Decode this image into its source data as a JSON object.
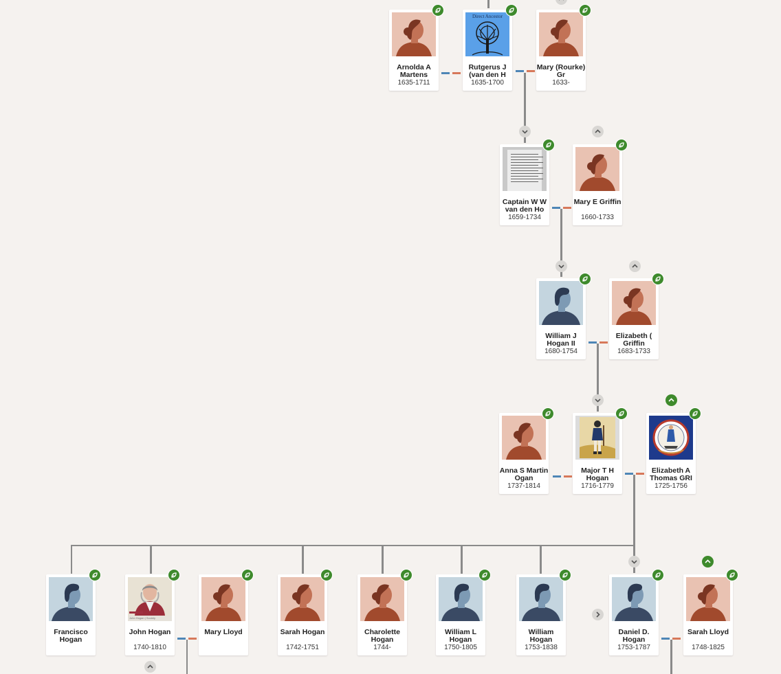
{
  "tree": {
    "people": [
      {
        "id": "arnolda",
        "name": "Arnolda A Martens",
        "dates": "1635-1711",
        "photo": "female-silhouette"
      },
      {
        "id": "rutgerus",
        "name": "Rutgerus J (van den H",
        "dates": "1635-1700",
        "photo": "direct-ancestor-tree-image",
        "photo_caption": "Direct Ancestor"
      },
      {
        "id": "mary-rourke",
        "name": "Mary (Rourke) Gr",
        "dates": "1633-",
        "photo": "female-silhouette"
      },
      {
        "id": "captain-ww",
        "name": "Captain W W van den Ho",
        "dates": "1659-1734",
        "photo": "document-image"
      },
      {
        "id": "mary-griffin",
        "name": "Mary E Griffin",
        "dates": "1660-1733",
        "photo": "female-silhouette"
      },
      {
        "id": "william-j",
        "name": "William J Hogan II",
        "dates": "1680-1754",
        "photo": "male-silhouette"
      },
      {
        "id": "elizabeth-griffin",
        "name": "Elizabeth ( Griffin",
        "dates": "1683-1733",
        "photo": "female-silhouette"
      },
      {
        "id": "anna",
        "name": "Anna S Martin Ogan",
        "dates": "1737-1814",
        "photo": "female-silhouette"
      },
      {
        "id": "major",
        "name": "Major T H Hogan",
        "dates": "1716-1779",
        "photo": "soldier-painting"
      },
      {
        "id": "elizabeth-thomas",
        "name": "Elizabeth A Thomas GRI",
        "dates": "1725-1756",
        "photo": "virginia-seal"
      },
      {
        "id": "francisco",
        "name": "Francisco Hogan",
        "dates": "",
        "photo": "male-silhouette"
      },
      {
        "id": "john",
        "name": "John Hogan",
        "dates": "1740-1810",
        "photo": "portrait-photo",
        "photo_caption": "John Hogan | Society"
      },
      {
        "id": "mary-lloyd",
        "name": "Mary Lloyd",
        "dates": "",
        "photo": "female-silhouette"
      },
      {
        "id": "sarah-hogan",
        "name": "Sarah Hogan",
        "dates": "1742-1751",
        "photo": "female-silhouette"
      },
      {
        "id": "charolette",
        "name": "Charolette Hogan",
        "dates": "1744-",
        "photo": "female-silhouette"
      },
      {
        "id": "william-l",
        "name": "William L Hogan",
        "dates": "1750-1805",
        "photo": "male-silhouette"
      },
      {
        "id": "william-hogan",
        "name": "William Hogan",
        "dates": "1753-1838",
        "photo": "male-silhouette"
      },
      {
        "id": "daniel",
        "name": "Daniel D. Hogan",
        "dates": "1753-1787",
        "photo": "male-silhouette"
      },
      {
        "id": "sarah-lloyd",
        "name": "Sarah Lloyd",
        "dates": "1748-1825",
        "photo": "female-silhouette"
      }
    ],
    "icons": {
      "hint": "hint-leaf-icon",
      "expand": "chevron-down-icon",
      "collapse": "chevron-up-icon",
      "more": "chevron-right-icon"
    },
    "colors": {
      "background": "#f5f2ef",
      "hint_green": "#3e8a2c",
      "father_line": "#4e86b6",
      "mother_line": "#d7785a",
      "female_bg": "#e9c2b2",
      "male_bg": "#c4d5df"
    }
  }
}
